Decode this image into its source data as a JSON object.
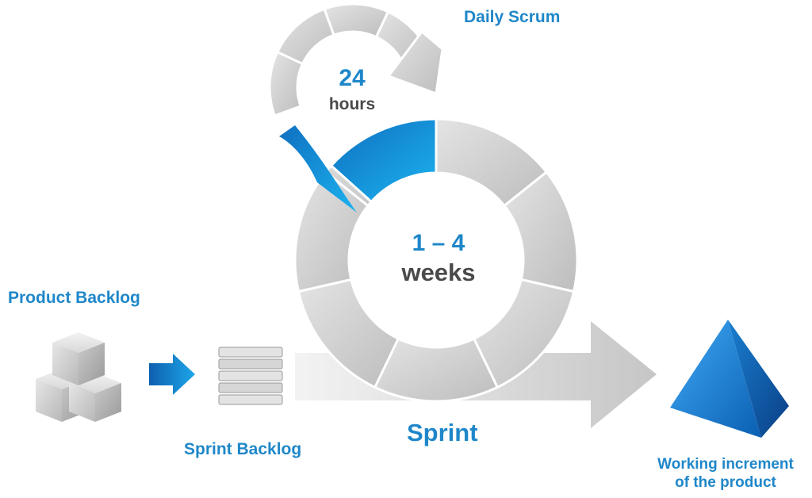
{
  "labels": {
    "daily_scrum": "Daily Scrum",
    "daily_duration_value": "24",
    "daily_duration_unit": "hours",
    "sprint_duration_value": "1 – 4",
    "sprint_duration_unit": "weeks",
    "product_backlog": "Product Backlog",
    "sprint_backlog": "Sprint Backlog",
    "sprint": "Sprint",
    "working_increment_line1": "Working increment",
    "working_increment_line2": "of the product"
  },
  "colors": {
    "accent_blue": "#1f87c9",
    "highlight_blue": "#1aa3e8",
    "ring_gray": "#cfcfcf",
    "text_dark": "#4a4a4a"
  },
  "icons": {
    "product_backlog": "stacked-cubes-icon",
    "sprint_backlog": "stacked-plates-icon",
    "flow_arrow": "right-arrow-icon",
    "working_increment": "pyramid-icon"
  }
}
